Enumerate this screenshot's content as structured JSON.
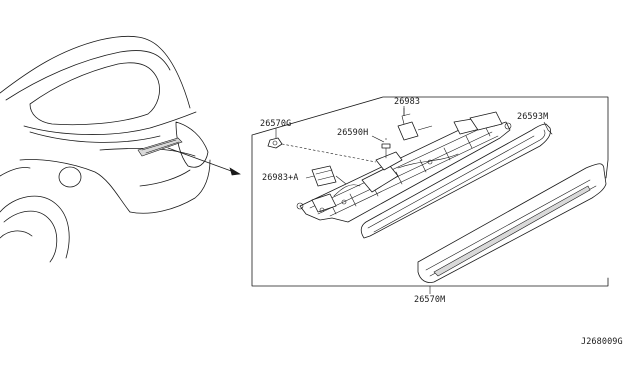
{
  "diagram": {
    "callouts": {
      "p26983": "26983",
      "p26593M": "26593M",
      "p26570G": "26570G",
      "p26590H": "26590H",
      "p26983A": "26983+A",
      "p26570M": "26570M"
    },
    "drawing_code": "J268009G"
  },
  "colors": {
    "line": "#1a1a1a",
    "background": "#ffffff"
  }
}
